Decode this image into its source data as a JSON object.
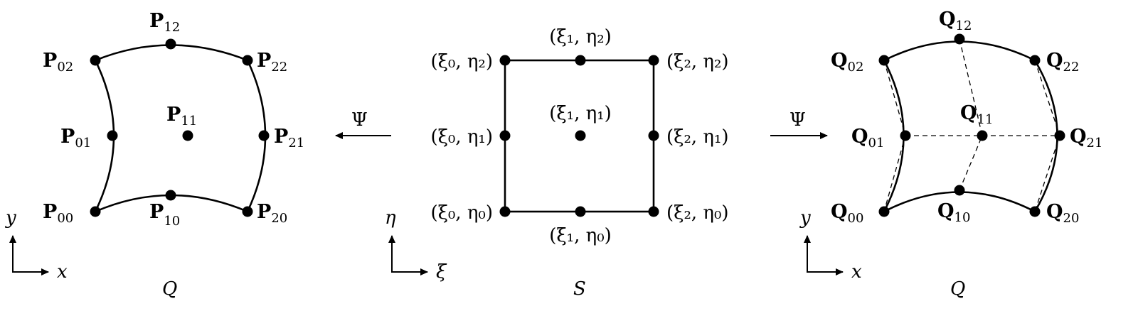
{
  "left_panel": {
    "points": {
      "P00": {
        "base": "P",
        "sub": "00"
      },
      "P10": {
        "base": "P",
        "sub": "10"
      },
      "P20": {
        "base": "P",
        "sub": "20"
      },
      "P01": {
        "base": "P",
        "sub": "01"
      },
      "P11": {
        "base": "P",
        "sub": "11"
      },
      "P21": {
        "base": "P",
        "sub": "21"
      },
      "P02": {
        "base": "P",
        "sub": "02"
      },
      "P12": {
        "base": "P",
        "sub": "12"
      },
      "P22": {
        "base": "P",
        "sub": "22"
      }
    },
    "axis_x": "x",
    "axis_y": "y",
    "caption": "Q"
  },
  "middle_panel": {
    "points": {
      "s00": "(ξ₀, η₀)",
      "s10": "(ξ₁, η₀)",
      "s20": "(ξ₂, η₀)",
      "s01": "(ξ₀, η₁)",
      "s11": "(ξ₁, η₁)",
      "s21": "(ξ₂, η₁)",
      "s02": "(ξ₀, η₂)",
      "s12": "(ξ₁, η₂)",
      "s22": "(ξ₂, η₂)"
    },
    "axis_x": "ξ",
    "axis_y": "η",
    "caption": "S"
  },
  "right_panel": {
    "points": {
      "Q00": {
        "base": "Q",
        "sub": "00"
      },
      "Q10": {
        "base": "Q",
        "sub": "10"
      },
      "Q20": {
        "base": "Q",
        "sub": "20"
      },
      "Q01": {
        "base": "Q",
        "sub": "01"
      },
      "Q11": {
        "base": "Q",
        "sub": "11"
      },
      "Q21": {
        "base": "Q",
        "sub": "21"
      },
      "Q02": {
        "base": "Q",
        "sub": "02"
      },
      "Q12": {
        "base": "Q",
        "sub": "12"
      },
      "Q22": {
        "base": "Q",
        "sub": "22"
      }
    },
    "axis_x": "x",
    "axis_y": "y",
    "caption": "Q"
  },
  "arrows": {
    "left": "Ψ",
    "right": "Ψ"
  }
}
